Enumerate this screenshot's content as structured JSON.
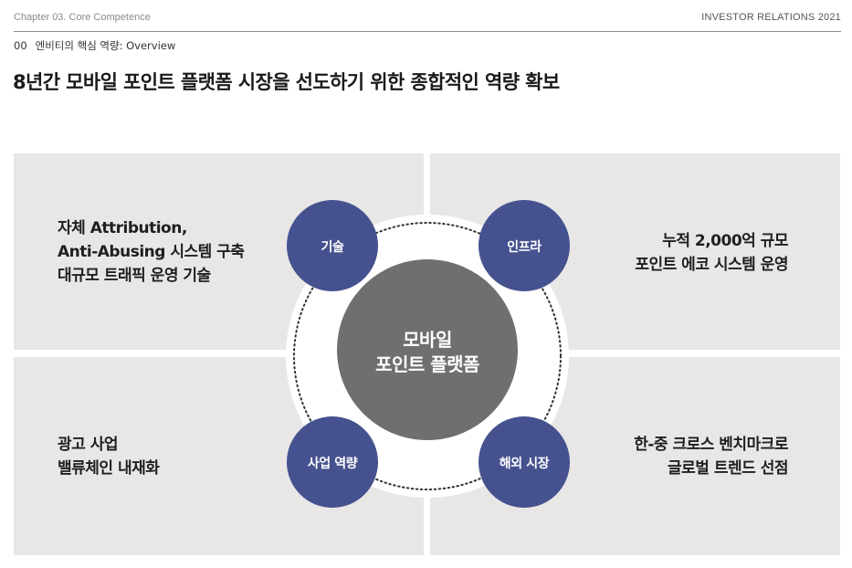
{
  "header": {
    "chapter": "Chapter 03. Core Competence",
    "report": "INVESTOR RELATIONS 2021"
  },
  "section": {
    "number": "00",
    "label": "엔비티의 핵심 역량: Overview"
  },
  "title": "8년간 모바일 포인트 플랫폼 시장을 선도하기 위한 종합적인 역량 확보",
  "colors": {
    "quadrant_bg": "#e8e7e6",
    "node_blue": "#46528f",
    "center_gray": "#6f6f6f",
    "ring_white": "#ffffff"
  },
  "quadrants": {
    "top_left": [
      "자체 Attribution,",
      "Anti-Abusing 시스템 구축",
      "대규모 트래픽 운영 기술"
    ],
    "top_right": [
      "누적 2,000억 규모",
      "포인트 에코 시스템 운영"
    ],
    "bottom_left": [
      "광고 사업",
      "밸류체인 내재화"
    ],
    "bottom_right": [
      "한-중 크로스 벤치마크로",
      "글로벌 트렌드 선점"
    ]
  },
  "center": {
    "line1": "모바일",
    "line2": "포인트 플랫폼"
  },
  "nodes": {
    "technology": "기술",
    "infrastructure": "인프라",
    "business": "사업 역량",
    "overseas": "해외 시장"
  }
}
